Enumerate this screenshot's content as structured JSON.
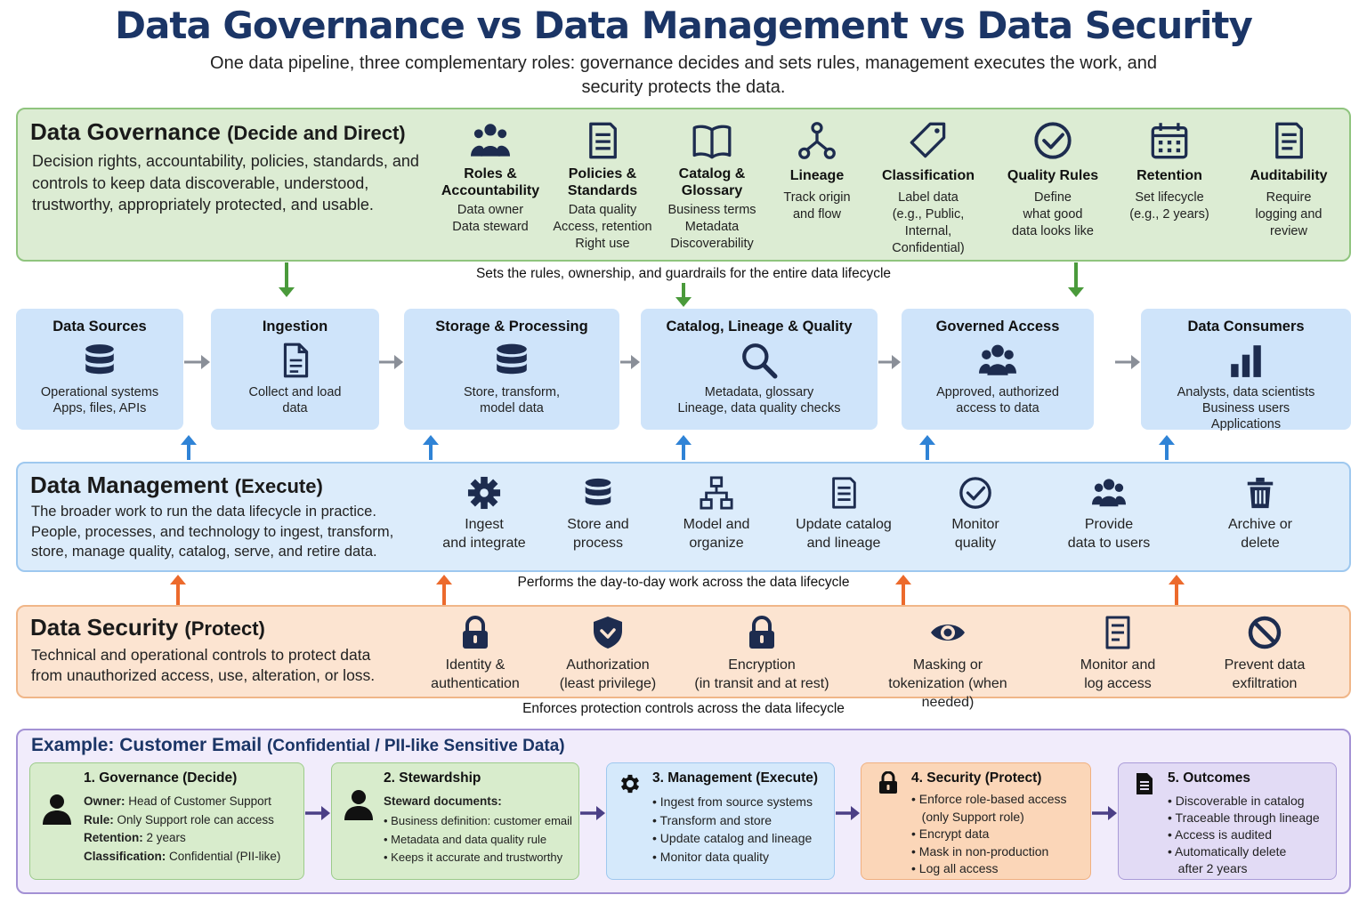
{
  "title": "Data Governance vs Data Management vs Data Security",
  "subtitle": "One data pipeline, three complementary roles: governance decides and sets rules, management executes the work, and security protects the data.",
  "governance": {
    "title": "Data Governance",
    "title_paren": "(Decide and Direct)",
    "description": "Decision rights, accountability, policies, standards, and controls to keep data discoverable, understood, trustworthy, appropriately protected, and usable.",
    "caption": "Sets the rules, ownership, and guardrails for the entire data lifecycle",
    "items": [
      {
        "icon": "people-group-icon",
        "label": "Roles & Accountability",
        "desc": "Data owner\nData steward"
      },
      {
        "icon": "document-icon",
        "label": "Policies & Standards",
        "desc": "Data quality\nAccess, retention\nRight use"
      },
      {
        "icon": "book-icon",
        "label": "Catalog & Glossary",
        "desc": "Business terms\nMetadata\nDiscoverability"
      },
      {
        "icon": "lineage-icon",
        "label": "Lineage",
        "desc": "Track origin\nand flow"
      },
      {
        "icon": "tag-icon",
        "label": "Classification",
        "desc": "Label data\n(e.g., Public,\nInternal,\nConfidential)"
      },
      {
        "icon": "check-circle-icon",
        "label": "Quality Rules",
        "desc": "Define\nwhat good\ndata looks like"
      },
      {
        "icon": "calendar-icon",
        "label": "Retention",
        "desc": "Set lifecycle\n(e.g., 2 years)"
      },
      {
        "icon": "audit-document-icon",
        "label": "Auditability",
        "desc": "Require\nlogging and\nreview"
      }
    ]
  },
  "pipeline": [
    {
      "icon": "database-icon",
      "title": "Data Sources",
      "desc": "Operational systems\nApps, files, APIs"
    },
    {
      "icon": "file-icon",
      "title": "Ingestion",
      "desc": "Collect and load\ndata"
    },
    {
      "icon": "storage-icon",
      "title": "Storage & Processing",
      "desc": "Store, transform,\nmodel data"
    },
    {
      "icon": "magnifier-icon",
      "title": "Catalog, Lineage & Quality",
      "desc": "Metadata, glossary\nLineage, data quality checks"
    },
    {
      "icon": "users-icon",
      "title": "Governed Access",
      "desc": "Approved, authorized\naccess to data"
    },
    {
      "icon": "bar-chart-icon",
      "title": "Data Consumers",
      "desc": "Analysts, data scientists\nBusiness users\nApplications"
    }
  ],
  "management": {
    "title": "Data Management",
    "title_paren": "(Execute)",
    "description": "The broader work to run the data lifecycle in practice.\nPeople, processes, and technology to ingest, transform,\nstore, manage quality, catalog, serve, and retire data.",
    "caption": "Performs the day-to-day work across the data lifecycle",
    "items": [
      {
        "icon": "gear-icon",
        "label": "Ingest\nand integrate"
      },
      {
        "icon": "database-icon",
        "label": "Store and\nprocess"
      },
      {
        "icon": "hierarchy-icon",
        "label": "Model and\norganize"
      },
      {
        "icon": "document-icon",
        "label": "Update catalog\nand lineage"
      },
      {
        "icon": "check-circle-icon",
        "label": "Monitor\nquality"
      },
      {
        "icon": "users-icon",
        "label": "Provide\ndata to users"
      },
      {
        "icon": "trash-icon",
        "label": "Archive or\ndelete"
      }
    ]
  },
  "security": {
    "title": "Data Security",
    "title_paren": "(Protect)",
    "description": "Technical and operational controls to protect data\nfrom unauthorized access, use, alteration, or loss.",
    "caption": "Enforces protection controls across the data lifecycle",
    "items": [
      {
        "icon": "lock-icon",
        "label": "Identity &\nauthentication"
      },
      {
        "icon": "shield-icon",
        "label": "Authorization\n(least privilege)"
      },
      {
        "icon": "lock-icon",
        "label": "Encryption\n(in transit and at rest)"
      },
      {
        "icon": "eye-icon",
        "label": "Masking or\ntokenization (when needed)"
      },
      {
        "icon": "log-document-icon",
        "label": "Monitor and\nlog access"
      },
      {
        "icon": "prohibited-icon",
        "label": "Prevent data\nexfiltration"
      }
    ]
  },
  "example": {
    "title": "Example: Customer Email",
    "title_paren": "(Confidential / PII-like Sensitive Data)",
    "governance": {
      "title": "1. Governance (Decide)",
      "rows": [
        {
          "k": "Owner:",
          "v": " Head of Customer Support"
        },
        {
          "k": "Rule:",
          "v": " Only Support role can access"
        },
        {
          "k": "Retention:",
          "v": " 2 years"
        },
        {
          "k": "Classification:",
          "v": " Confidential (PII-like)"
        }
      ]
    },
    "stewardship": {
      "title": "2. Stewardship",
      "heading": "Steward documents:",
      "bullets": [
        "Business definition: customer email",
        "Metadata and data quality rule",
        "Keeps it accurate and trustworthy"
      ]
    },
    "management": {
      "title": "3. Management (Execute)",
      "bullets": [
        "Ingest from source systems",
        "Transform and store",
        "Update catalog and lineage",
        "Monitor data quality"
      ]
    },
    "security": {
      "title": "4. Security (Protect)",
      "bullets": [
        "Enforce role-based access\n  (only Support role)",
        "Encrypt data",
        "Mask in non-production",
        "Log all access"
      ]
    },
    "outcomes": {
      "title": "5. Outcomes",
      "bullets": [
        "Discoverable in catalog",
        "Traceable through lineage",
        "Access is audited",
        "Automatically delete\n  after 2 years"
      ]
    }
  },
  "colors": {
    "title": "#1b3566",
    "governance_arrow": "#4a9a3b",
    "management_arrow": "#2f83d6",
    "security_arrow": "#ec6a2c",
    "pipeline_arrow": "#8a8f98",
    "example_arrow": "#4b3f86",
    "icon": "#1d2c4f"
  }
}
